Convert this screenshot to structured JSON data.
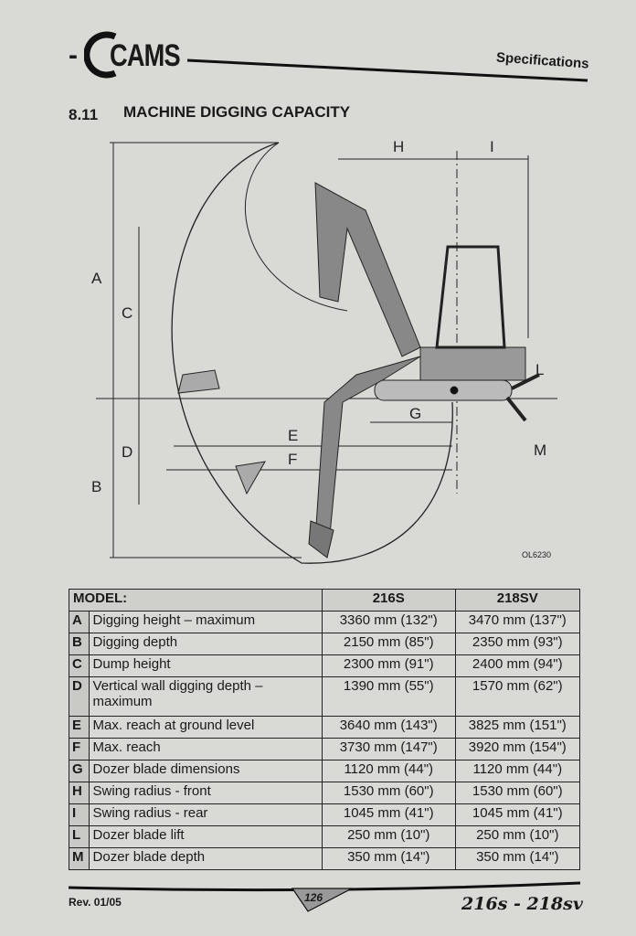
{
  "header": {
    "logo": "CAMS",
    "section": "Specifications"
  },
  "section": {
    "number": "8.11",
    "title": "MACHINE DIGGING CAPACITY"
  },
  "diagram": {
    "labels": {
      "A": "A",
      "B": "B",
      "C": "C",
      "D": "D",
      "E": "E",
      "F": "F",
      "G": "G",
      "H": "H",
      "I": "I",
      "L": "L",
      "M": "M"
    },
    "figure_id": "OL6230"
  },
  "table": {
    "header": {
      "model": "MODEL:",
      "col1": "216S",
      "col2": "218SV"
    },
    "rows": [
      {
        "key": "A",
        "desc": "Digging height – maximum",
        "v1": "3360 mm (132\")",
        "v2": "3470 mm (137\")"
      },
      {
        "key": "B",
        "desc": "Digging depth",
        "v1": "2150 mm (85\")",
        "v2": "2350 mm (93\")"
      },
      {
        "key": "C",
        "desc": "Dump height",
        "v1": "2300 mm (91\")",
        "v2": "2400 mm (94\")"
      },
      {
        "key": "D",
        "desc": "Vertical wall digging depth – maximum",
        "v1": "1390 mm (55\")",
        "v2": "1570 mm (62\")"
      },
      {
        "key": "E",
        "desc": "Max. reach at ground level",
        "v1": "3640 mm (143\")",
        "v2": "3825 mm (151\")"
      },
      {
        "key": "F",
        "desc": "Max. reach",
        "v1": "3730 mm (147\")",
        "v2": "3920 mm (154\")"
      },
      {
        "key": "G",
        "desc": "Dozer blade dimensions",
        "v1": "1120 mm (44\")",
        "v2": "1120 mm (44\")"
      },
      {
        "key": "H",
        "desc": "Swing radius - front",
        "v1": "1530 mm (60\")",
        "v2": "1530 mm (60\")"
      },
      {
        "key": "I",
        "desc": "Swing radius - rear",
        "v1": "1045 mm (41\")",
        "v2": "1045 mm (41\")"
      },
      {
        "key": "L",
        "desc": "Dozer blade lift",
        "v1": "250 mm (10\")",
        "v2": "250 mm (10\")"
      },
      {
        "key": "M",
        "desc": "Dozer blade depth",
        "v1": "350 mm (14\")",
        "v2": "350 mm (14\")"
      }
    ]
  },
  "footer": {
    "revision": "Rev. 01/05",
    "page": "126",
    "models": "216s - 218sv"
  }
}
